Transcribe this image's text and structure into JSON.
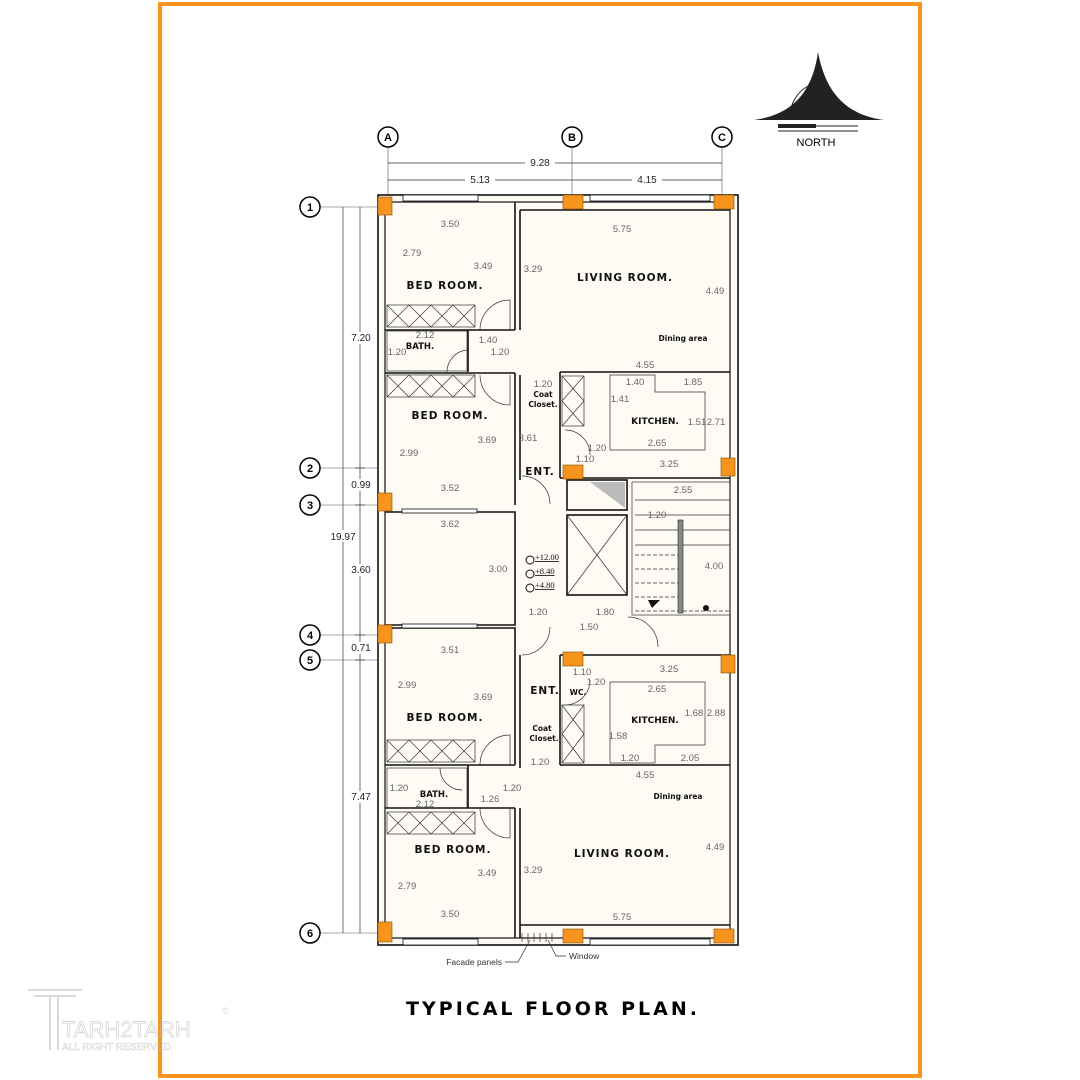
{
  "title": "TYPICAL FLOOR  PLAN.",
  "north_label": "NORTH",
  "watermark": {
    "brand": "TARH2TARH",
    "rights": "ALL RIGHT RESERVED",
    "mark": "©"
  },
  "grid": {
    "columns": [
      "A",
      "B",
      "C"
    ],
    "rows": [
      "1",
      "2",
      "3",
      "4",
      "5",
      "6"
    ]
  },
  "overall_dims": {
    "total_width": "9.28",
    "width_ab": "5.13",
    "width_bc": "4.15",
    "total_length": "19.97",
    "d_1_2": "7.20",
    "d_2_3": "0.99",
    "d_3_4": "3.60",
    "d_4_5": "0.71",
    "d_5_6": "7.47"
  },
  "rooms": {
    "upper": {
      "bedroom1": "BED ROOM.",
      "bedroom2": "BED ROOM.",
      "bath": "BATH.",
      "living": "LIVING  ROOM.",
      "dining": "Dining area",
      "coat": "Coat",
      "closet": "Closet.",
      "kitchen": "KITCHEN.",
      "entrance": "ENT."
    },
    "lower": {
      "bedroom1": "BED ROOM.",
      "bedroom2": "BED ROOM.",
      "bath": "BATH.",
      "living": "LIVING  ROOM.",
      "dining": "Dining area",
      "coat": "Coat",
      "closet": "Closet.",
      "kitchen": "KITCHEN.",
      "entrance": "ENT.",
      "wc": "WC."
    }
  },
  "dimensions": [
    "3.50",
    "2.79",
    "3.49",
    "3.29",
    "5.75",
    "4.49",
    "2.12",
    "1.20",
    "1.40",
    "1.20",
    "4.55",
    "1.20",
    "1.40",
    "1.85",
    "1.41",
    "1.51",
    "2.71",
    "3.69",
    "2.99",
    "3.61",
    "1.20",
    "2.65",
    "1.10",
    "3.25",
    "3.52",
    "2.55",
    "1.20",
    "4.00",
    "3.62",
    "3.00",
    "1.20",
    "1.80",
    "1.50",
    "3.51",
    "2.99",
    "3.69",
    "1.10",
    "1.20",
    "3.25",
    "2.65",
    "1.68",
    "2.88",
    "1.58",
    "1.20",
    "2.05",
    "1.20",
    "4.55",
    "1.20",
    "1.20",
    "1.26",
    "2.12",
    "3.49",
    "3.29",
    "2.79",
    "4.49",
    "3.50",
    "5.75"
  ],
  "levels": [
    "+12.00",
    "+8.40",
    "+4.80"
  ],
  "annotations": {
    "facade": "Facade panels",
    "window": "Window"
  }
}
